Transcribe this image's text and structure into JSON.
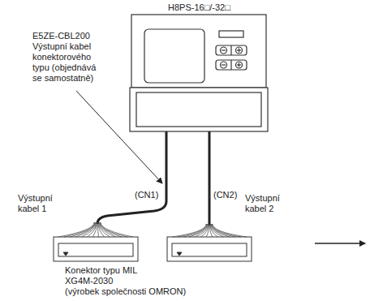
{
  "diagram": {
    "labels": [
      "H8PS-16□/-32□",
      "E5ZE-CBL200 Výstupní kabel konektorového typu (objednává se samostatně)",
      "(CN1)",
      "(CN2)",
      "Výstupní kabel 1",
      "Výstupní kabel 2",
      "Konektor typu MIL XG4M-2030",
      "(výrobek společnosti OMRON)"
    ]
  }
}
